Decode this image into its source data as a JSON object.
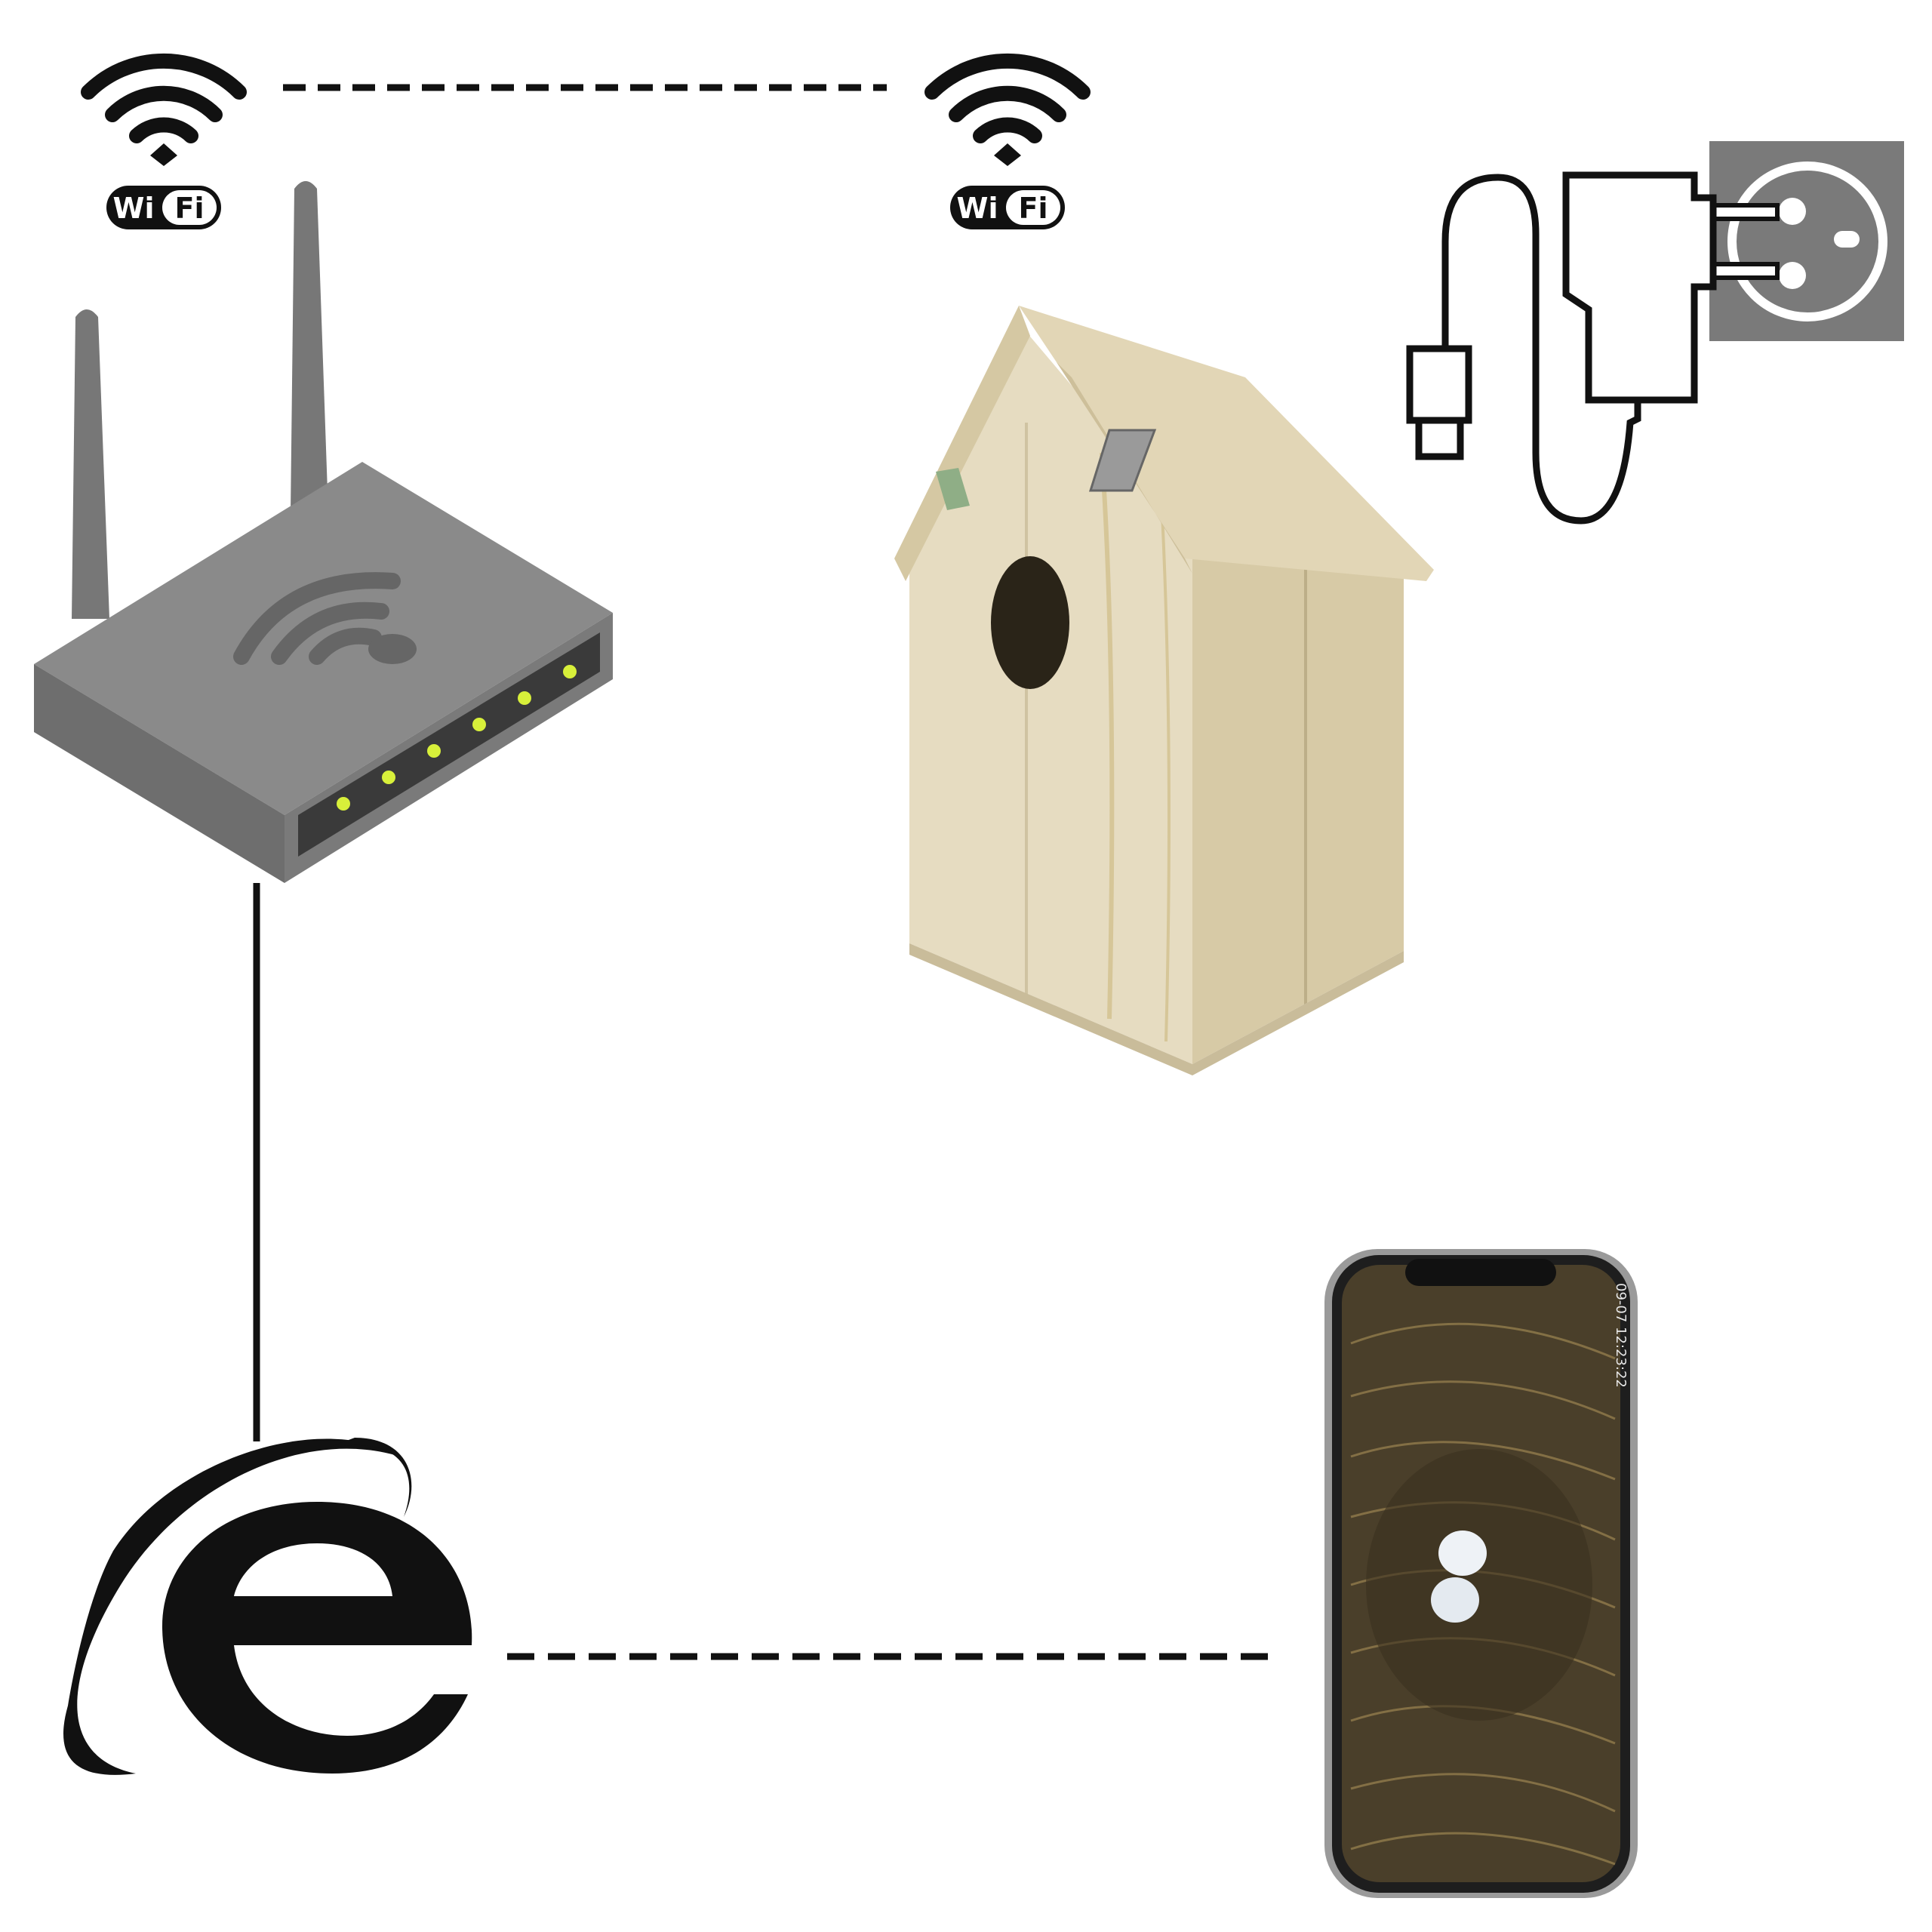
{
  "diagram": {
    "wifi_badges": [
      {
        "label_left": "Wi",
        "label_right": "Fi"
      },
      {
        "label_left": "Wi",
        "label_right": "Fi"
      }
    ],
    "nodes": [
      {
        "id": "router",
        "icon": "router-icon"
      },
      {
        "id": "nest-box",
        "icon": "birdhouse-icon"
      },
      {
        "id": "power-adapter",
        "icon": "power-adapter-icon"
      },
      {
        "id": "internet",
        "icon": "internet-explorer-icon"
      },
      {
        "id": "smartphone",
        "icon": "smartphone-icon"
      }
    ],
    "links": [
      {
        "from": "wifi-left",
        "to": "wifi-right",
        "style": "dashed"
      },
      {
        "from": "router",
        "to": "internet",
        "style": "solid"
      },
      {
        "from": "internet",
        "to": "smartphone",
        "style": "dashed"
      }
    ],
    "phone_screen": {
      "timestamp": "09-07 12:23:22"
    },
    "colors": {
      "line": "#111111",
      "router_body": "#7f7f7f",
      "router_led": "#d8f03a",
      "wood": "#e3d9bf",
      "wood_dark": "#c9bc9a",
      "socket_plate": "#7a7a7a",
      "nest_straw": "#6b5a36"
    }
  }
}
